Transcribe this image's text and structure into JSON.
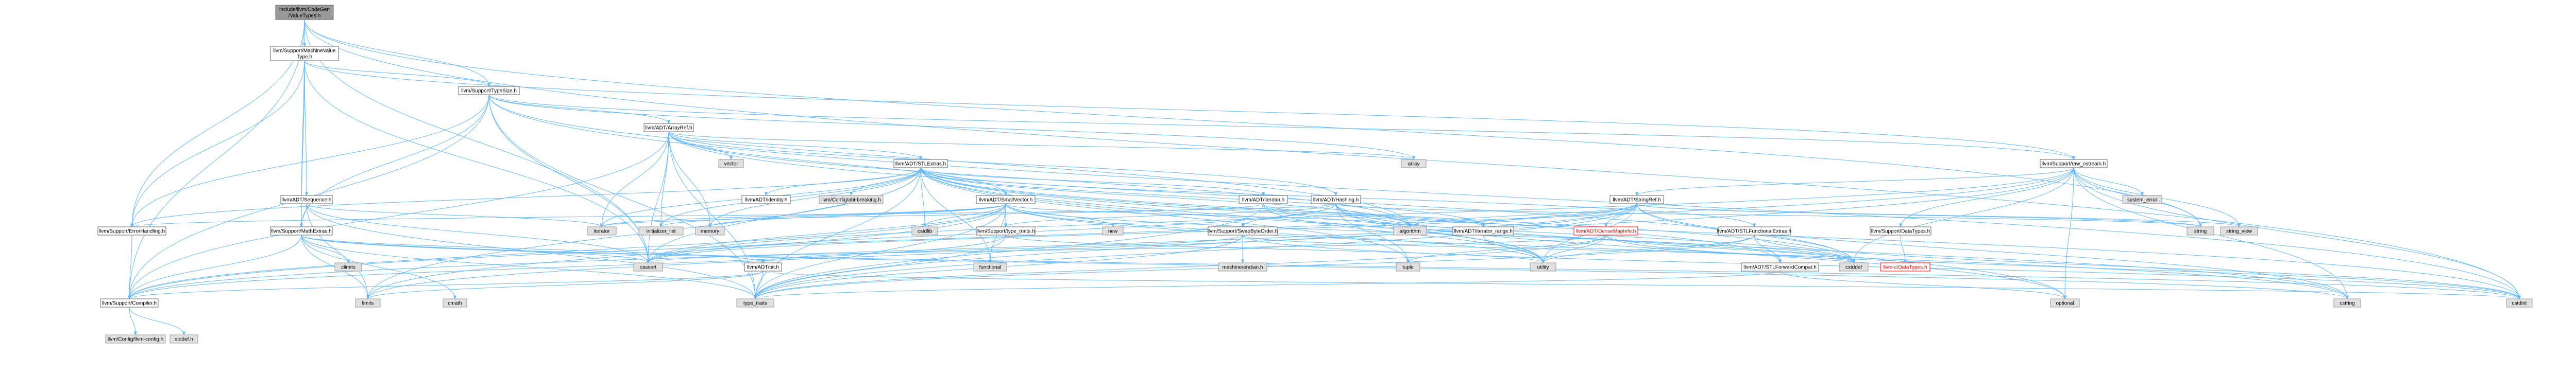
{
  "graph": {
    "title": "include/llvm/CodeGen/ValueTypes.h",
    "colors": {
      "focus_fill": "#999999",
      "internal_fill": "#ffffff",
      "external_fill": "#e0e0e0",
      "missing_border": "#ff0000",
      "edge": "#63b8ff"
    },
    "nodes": [
      {
        "id": "valuetypes",
        "label": [
          "include/llvm/CodeGen",
          "/ValueTypes.h"
        ],
        "kind": "focus"
      },
      {
        "id": "machinevaluetype",
        "label": [
          "llvm/Support/MachineValue",
          "Type.h"
        ],
        "kind": "internal"
      },
      {
        "id": "typesize",
        "label": [
          "llvm/Support/TypeSize.h"
        ],
        "kind": "internal"
      },
      {
        "id": "arrayref",
        "label": [
          "llvm/ADT/ArrayRef.h"
        ],
        "kind": "internal"
      },
      {
        "id": "stlextras",
        "label": [
          "llvm/ADT/STLExtras.h"
        ],
        "kind": "internal"
      },
      {
        "id": "raw_ostream",
        "label": [
          "llvm/Support/raw_ostream.h"
        ],
        "kind": "internal"
      },
      {
        "id": "sequence",
        "label": [
          "llvm/ADT/Sequence.h"
        ],
        "kind": "internal"
      },
      {
        "id": "smallvector",
        "label": [
          "llvm/ADT/SmallVector.h"
        ],
        "kind": "internal"
      },
      {
        "id": "identity",
        "label": [
          "llvm/ADT/identity.h"
        ],
        "kind": "internal"
      },
      {
        "id": "adt_iterator",
        "label": [
          "llvm/ADT/iterator.h"
        ],
        "kind": "internal"
      },
      {
        "id": "hashing",
        "label": [
          "llvm/ADT/Hashing.h"
        ],
        "kind": "internal"
      },
      {
        "id": "stringref",
        "label": [
          "llvm/ADT/StringRef.h"
        ],
        "kind": "internal"
      },
      {
        "id": "errorhandling",
        "label": [
          "llvm/Support/ErrorHandling.h"
        ],
        "kind": "internal"
      },
      {
        "id": "mathextras",
        "label": [
          "llvm/Support/MathExtras.h"
        ],
        "kind": "internal"
      },
      {
        "id": "type_traits_h",
        "label": [
          "llvm/Support/type_traits.h"
        ],
        "kind": "internal"
      },
      {
        "id": "swapbyteorder",
        "label": [
          "llvm/Support/SwapByteOrder.h"
        ],
        "kind": "internal"
      },
      {
        "id": "bit",
        "label": [
          "llvm/ADT/bit.h"
        ],
        "kind": "internal"
      },
      {
        "id": "iterator_range",
        "label": [
          "llvm/ADT/iterator_range.h"
        ],
        "kind": "internal"
      },
      {
        "id": "densemapinfo",
        "label": [
          "llvm/ADT/DenseMapInfo.h"
        ],
        "kind": "missing"
      },
      {
        "id": "stlfunctionalextras",
        "label": [
          "llvm/ADT/STLFunctionalExtras.h"
        ],
        "kind": "internal"
      },
      {
        "id": "stlforwardcompat",
        "label": [
          "llvm/ADT/STLForwardCompat.h"
        ],
        "kind": "internal"
      },
      {
        "id": "datatypes",
        "label": [
          "llvm/Support/DataTypes.h"
        ],
        "kind": "internal"
      },
      {
        "id": "c_datatypes",
        "label": [
          "llvm-c/DataTypes.h"
        ],
        "kind": "missing"
      },
      {
        "id": "compiler",
        "label": [
          "llvm/Support/Compiler.h"
        ],
        "kind": "internal"
      },
      {
        "id": "config",
        "label": [
          "llvm/Config/llvm-config.h"
        ],
        "kind": "external"
      },
      {
        "id": "stddef",
        "label": [
          "stddef.h"
        ],
        "kind": "external"
      },
      {
        "id": "configbreaking",
        "label": [
          "llvm/Config/abi-breaking.h"
        ],
        "kind": "external"
      },
      {
        "id": "endian",
        "label": [
          "machine/endian.h"
        ],
        "kind": "external"
      },
      {
        "id": "vector",
        "label": [
          "vector"
        ],
        "kind": "external"
      },
      {
        "id": "array",
        "label": [
          "array"
        ],
        "kind": "external"
      },
      {
        "id": "system_error",
        "label": [
          "system_error"
        ],
        "kind": "external"
      },
      {
        "id": "string",
        "label": [
          "string"
        ],
        "kind": "external"
      },
      {
        "id": "string_view",
        "label": [
          "string_view"
        ],
        "kind": "external"
      },
      {
        "id": "algorithm",
        "label": [
          "algorithm"
        ],
        "kind": "external"
      },
      {
        "id": "cassert",
        "label": [
          "cassert"
        ],
        "kind": "external"
      },
      {
        "id": "cstddef",
        "label": [
          "cstddef"
        ],
        "kind": "external"
      },
      {
        "id": "cstdint",
        "label": [
          "cstdint"
        ],
        "kind": "external"
      },
      {
        "id": "cstring",
        "label": [
          "cstring"
        ],
        "kind": "external"
      },
      {
        "id": "optional",
        "label": [
          "optional"
        ],
        "kind": "external"
      },
      {
        "id": "type_traits",
        "label": [
          "type_traits"
        ],
        "kind": "external"
      },
      {
        "id": "climits",
        "label": [
          "climits"
        ],
        "kind": "external"
      },
      {
        "id": "limits",
        "label": [
          "limits"
        ],
        "kind": "external"
      },
      {
        "id": "utility",
        "label": [
          "utility"
        ],
        "kind": "external"
      },
      {
        "id": "tuple",
        "label": [
          "tuple"
        ],
        "kind": "external"
      },
      {
        "id": "iterator",
        "label": [
          "iterator"
        ],
        "kind": "external"
      },
      {
        "id": "initializer_list",
        "label": [
          "initializer_list"
        ],
        "kind": "external"
      },
      {
        "id": "memory",
        "label": [
          "memory"
        ],
        "kind": "external"
      },
      {
        "id": "functional",
        "label": [
          "functional"
        ],
        "kind": "external"
      },
      {
        "id": "new",
        "label": [
          "new"
        ],
        "kind": "external"
      },
      {
        "id": "cstdlib",
        "label": [
          "cstdlib"
        ],
        "kind": "external"
      },
      {
        "id": "cmath",
        "label": [
          "cmath"
        ],
        "kind": "external"
      }
    ],
    "edges": [
      [
        "valuetypes",
        "machinevaluetype"
      ],
      [
        "valuetypes",
        "typesize"
      ],
      [
        "valuetypes",
        "compiler"
      ],
      [
        "valuetypes",
        "mathextras"
      ],
      [
        "valuetypes",
        "cassert"
      ],
      [
        "valuetypes",
        "cstdint"
      ],
      [
        "valuetypes",
        "string"
      ],
      [
        "valuetypes",
        "errorhandling"
      ],
      [
        "machinevaluetype",
        "typesize"
      ],
      [
        "machinevaluetype",
        "sequence"
      ],
      [
        "machinevaluetype",
        "errorhandling"
      ],
      [
        "machinevaluetype",
        "mathextras"
      ],
      [
        "machinevaluetype",
        "raw_ostream"
      ],
      [
        "machinevaluetype",
        "cassert"
      ],
      [
        "typesize",
        "arrayref"
      ],
      [
        "typesize",
        "compiler"
      ],
      [
        "typesize",
        "errorhandling"
      ],
      [
        "typesize",
        "mathextras"
      ],
      [
        "typesize",
        "raw_ostream"
      ],
      [
        "typesize",
        "algorithm"
      ],
      [
        "typesize",
        "array"
      ],
      [
        "typesize",
        "cassert"
      ],
      [
        "typesize",
        "cstdint"
      ],
      [
        "typesize",
        "type_traits"
      ],
      [
        "arrayref",
        "hashing"
      ],
      [
        "arrayref",
        "smallvector"
      ],
      [
        "arrayref",
        "stlextras"
      ],
      [
        "arrayref",
        "compiler"
      ],
      [
        "arrayref",
        "algorithm"
      ],
      [
        "arrayref",
        "array"
      ],
      [
        "arrayref",
        "cassert"
      ],
      [
        "arrayref",
        "cstddef"
      ],
      [
        "arrayref",
        "initializer_list"
      ],
      [
        "arrayref",
        "iterator"
      ],
      [
        "arrayref",
        "memory"
      ],
      [
        "arrayref",
        "type_traits"
      ],
      [
        "arrayref",
        "vector"
      ],
      [
        "stlextras",
        "adt_iterator"
      ],
      [
        "stlextras",
        "stlforwardcompat"
      ],
      [
        "stlextras",
        "stlfunctionalextras"
      ],
      [
        "stlextras",
        "identity"
      ],
      [
        "stlextras",
        "iterator_range"
      ],
      [
        "stlextras",
        "configbreaking"
      ],
      [
        "stlextras",
        "errorhandling"
      ],
      [
        "stlextras",
        "algorithm"
      ],
      [
        "stlextras",
        "cassert"
      ],
      [
        "stlextras",
        "cstddef"
      ],
      [
        "stlextras",
        "cstdint"
      ],
      [
        "stlextras",
        "cstdlib"
      ],
      [
        "stlextras",
        "functional"
      ],
      [
        "stlextras",
        "initializer_list"
      ],
      [
        "stlextras",
        "iterator"
      ],
      [
        "stlextras",
        "limits"
      ],
      [
        "stlextras",
        "memory"
      ],
      [
        "stlextras",
        "optional"
      ],
      [
        "stlextras",
        "tuple"
      ],
      [
        "stlextras",
        "type_traits"
      ],
      [
        "stlextras",
        "utility"
      ],
      [
        "raw_ostream",
        "stringref"
      ],
      [
        "raw_ostream",
        "compiler"
      ],
      [
        "raw_ostream",
        "datatypes"
      ],
      [
        "raw_ostream",
        "cassert"
      ],
      [
        "raw_ostream",
        "cstddef"
      ],
      [
        "raw_ostream",
        "cstdint"
      ],
      [
        "raw_ostream",
        "cstring"
      ],
      [
        "raw_ostream",
        "optional"
      ],
      [
        "raw_ostream",
        "string"
      ],
      [
        "raw_ostream",
        "string_view"
      ],
      [
        "raw_ostream",
        "system_error"
      ],
      [
        "raw_ostream",
        "type_traits"
      ],
      [
        "sequence",
        "mathextras"
      ],
      [
        "sequence",
        "cassert"
      ],
      [
        "sequence",
        "iterator"
      ],
      [
        "sequence",
        "limits"
      ],
      [
        "sequence",
        "type_traits"
      ],
      [
        "smallvector",
        "compiler"
      ],
      [
        "smallvector",
        "type_traits_h"
      ],
      [
        "smallvector",
        "algorithm"
      ],
      [
        "smallvector",
        "cassert"
      ],
      [
        "smallvector",
        "cstddef"
      ],
      [
        "smallvector",
        "cstdlib"
      ],
      [
        "smallvector",
        "cstring"
      ],
      [
        "smallvector",
        "functional"
      ],
      [
        "smallvector",
        "initializer_list"
      ],
      [
        "smallvector",
        "iterator"
      ],
      [
        "smallvector",
        "limits"
      ],
      [
        "smallvector",
        "memory"
      ],
      [
        "smallvector",
        "new"
      ],
      [
        "smallvector",
        "type_traits"
      ],
      [
        "smallvector",
        "utility"
      ],
      [
        "adt_iterator",
        "iterator_range"
      ],
      [
        "adt_iterator",
        "cstddef"
      ],
      [
        "adt_iterator",
        "iterator"
      ],
      [
        "adt_iterator",
        "type_traits"
      ],
      [
        "adt_iterator",
        "utility"
      ],
      [
        "hashing",
        "errorhandling"
      ],
      [
        "hashing",
        "swapbyteorder"
      ],
      [
        "hashing",
        "type_traits_h"
      ],
      [
        "hashing",
        "algorithm"
      ],
      [
        "hashing",
        "cassert"
      ],
      [
        "hashing",
        "cstring"
      ],
      [
        "hashing",
        "optional"
      ],
      [
        "hashing",
        "string"
      ],
      [
        "hashing",
        "tuple"
      ],
      [
        "hashing",
        "utility"
      ],
      [
        "stringref",
        "densemapinfo"
      ],
      [
        "stringref",
        "iterator_range"
      ],
      [
        "stringref",
        "compiler"
      ],
      [
        "stringref",
        "algorithm"
      ],
      [
        "stringref",
        "cassert"
      ],
      [
        "stringref",
        "cstddef"
      ],
      [
        "stringref",
        "cstring"
      ],
      [
        "stringref",
        "limits"
      ],
      [
        "stringref",
        "string"
      ],
      [
        "stringref",
        "string_view"
      ],
      [
        "stringref",
        "type_traits"
      ],
      [
        "stringref",
        "utility"
      ],
      [
        "errorhandling",
        "compiler"
      ],
      [
        "mathextras",
        "bit"
      ],
      [
        "mathextras",
        "compiler"
      ],
      [
        "mathextras",
        "cassert"
      ],
      [
        "mathextras",
        "climits"
      ],
      [
        "mathextras",
        "cstdint"
      ],
      [
        "mathextras",
        "cstring"
      ],
      [
        "mathextras",
        "limits"
      ],
      [
        "mathextras",
        "type_traits"
      ],
      [
        "mathextras",
        "cmath"
      ],
      [
        "type_traits_h",
        "compiler"
      ],
      [
        "type_traits_h",
        "type_traits"
      ],
      [
        "type_traits_h",
        "utility"
      ],
      [
        "swapbyteorder",
        "bit"
      ],
      [
        "swapbyteorder",
        "cstddef"
      ],
      [
        "swapbyteorder",
        "cstdint"
      ],
      [
        "swapbyteorder",
        "type_traits"
      ],
      [
        "swapbyteorder",
        "endian"
      ],
      [
        "bit",
        "compiler"
      ],
      [
        "bit",
        "cstdint"
      ],
      [
        "bit",
        "limits"
      ],
      [
        "bit",
        "type_traits"
      ],
      [
        "iterator_range",
        "utility"
      ],
      [
        "densemapinfo",
        "cassert"
      ],
      [
        "densemapinfo",
        "cstddef"
      ],
      [
        "densemapinfo",
        "cstdint"
      ],
      [
        "densemapinfo",
        "tuple"
      ],
      [
        "densemapinfo",
        "type_traits"
      ],
      [
        "densemapinfo",
        "utility"
      ],
      [
        "stlfunctionalextras",
        "stlforwardcompat"
      ],
      [
        "stlfunctionalextras",
        "cstdint"
      ],
      [
        "stlfunctionalextras",
        "type_traits"
      ],
      [
        "stlfunctionalextras",
        "utility"
      ],
      [
        "stlforwardcompat",
        "optional"
      ],
      [
        "stlforwardcompat",
        "type_traits"
      ],
      [
        "datatypes",
        "c_datatypes"
      ],
      [
        "compiler",
        "config"
      ],
      [
        "compiler",
        "stddef"
      ]
    ]
  }
}
